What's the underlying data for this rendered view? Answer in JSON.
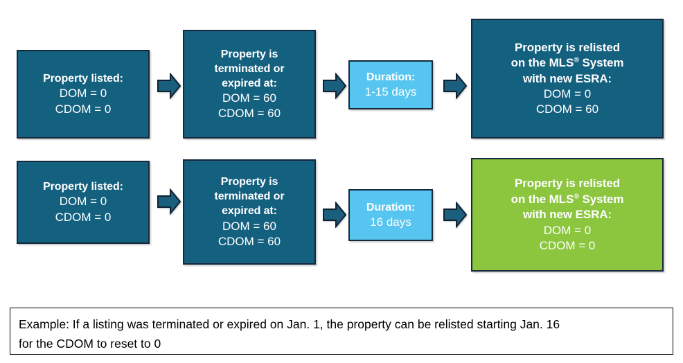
{
  "diagram": {
    "type": "flowchart",
    "colors": {
      "dark_blue": "#14607f",
      "light_blue": "#56c5f0",
      "green": "#8cc63f",
      "border": "#16283c",
      "text_on_fill": "#ffffff",
      "note_text": "#000000"
    },
    "rows": [
      {
        "id": "row-1",
        "nodes": [
          {
            "id": "r1-node-1",
            "style": "dark",
            "header": "Property listed:",
            "values": [
              "DOM = 0",
              "CDOM = 0"
            ]
          },
          {
            "id": "r1-node-2",
            "style": "dark",
            "header_lines": [
              "Property is",
              "terminated or",
              "expired at:"
            ],
            "values": [
              "DOM = 60",
              "CDOM = 60"
            ]
          },
          {
            "id": "r1-node-3",
            "style": "light",
            "header": "Duration:",
            "values": [
              "1-15 days"
            ]
          },
          {
            "id": "r1-node-4",
            "style": "dark",
            "header_lines": [
              "Property is relisted",
              "on the MLS® System",
              "with new ESRA:"
            ],
            "values": [
              "DOM = 0",
              "CDOM = 60"
            ]
          }
        ]
      },
      {
        "id": "row-2",
        "nodes": [
          {
            "id": "r2-node-1",
            "style": "dark",
            "header": "Property listed:",
            "values": [
              "DOM = 0",
              "CDOM = 0"
            ]
          },
          {
            "id": "r2-node-2",
            "style": "dark",
            "header_lines": [
              "Property is",
              "terminated or",
              "expired at:"
            ],
            "values": [
              "DOM = 60",
              "CDOM = 60"
            ]
          },
          {
            "id": "r2-node-3",
            "style": "light",
            "header": "Duration:",
            "values": [
              "16 days"
            ]
          },
          {
            "id": "r2-node-4",
            "style": "green",
            "header_lines": [
              "Property is relisted",
              "on the MLS® System",
              "with new ESRA:"
            ],
            "values": [
              "DOM = 0",
              "CDOM = 0"
            ]
          }
        ]
      }
    ]
  },
  "note": {
    "line1": "Example: If a listing was terminated or expired on Jan. 1, the property can be relisted starting Jan. 16",
    "line2": "for the CDOM to reset to 0"
  }
}
